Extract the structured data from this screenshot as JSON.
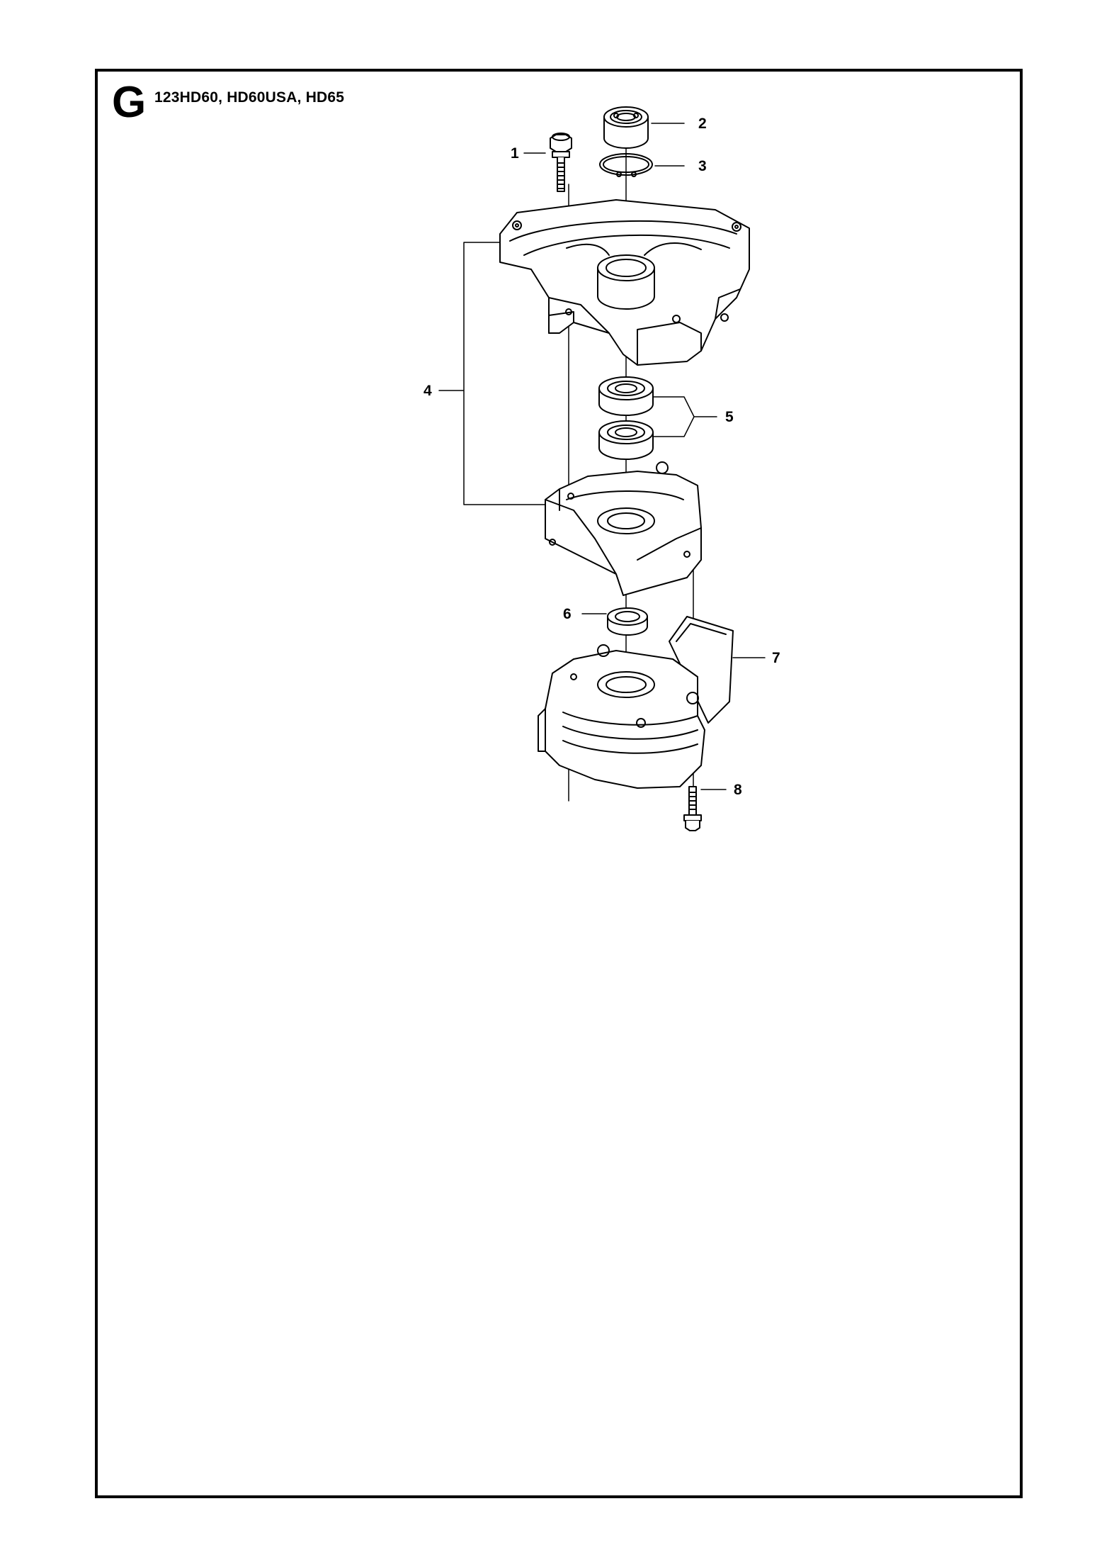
{
  "section": {
    "letter": "G",
    "models": "123HD60, HD60USA, HD65"
  },
  "callouts": [
    "1",
    "2",
    "3",
    "4",
    "5",
    "6",
    "7",
    "8"
  ]
}
